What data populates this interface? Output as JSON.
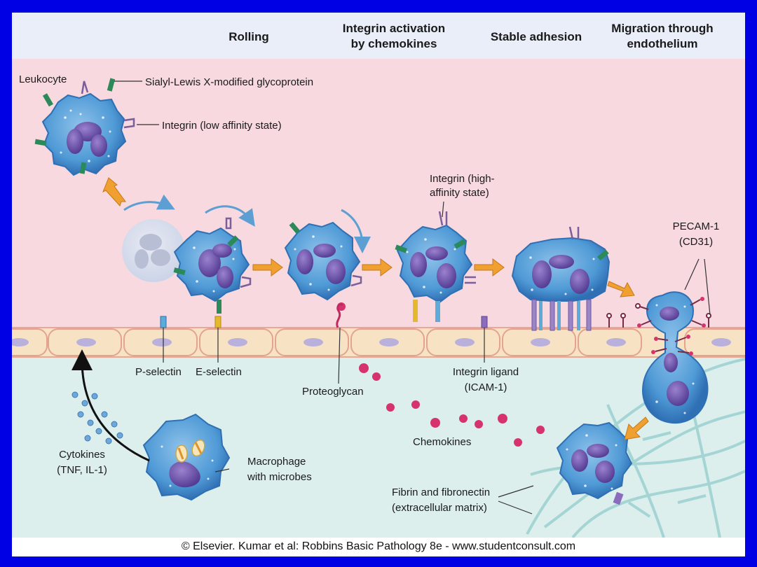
{
  "stages": {
    "rolling": "Rolling",
    "activation_line1": "Integrin activation",
    "activation_line2": "by chemokines",
    "stable": "Stable adhesion",
    "migration_line1": "Migration through",
    "migration_line2": "endothelium"
  },
  "labels": {
    "leukocyte": "Leukocyte",
    "sialyl": "Sialyl-Lewis X-modified glycoprotein",
    "integrin_low": "Integrin (low affinity state)",
    "integrin_high_line1": "Integrin (high-",
    "integrin_high_line2": "affinity state)",
    "pecam_line1": "PECAM-1",
    "pecam_line2": "(CD31)",
    "p_selectin": "P-selectin",
    "e_selectin": "E-selectin",
    "proteoglycan": "Proteoglycan",
    "integrin_ligand_line1": "Integrin ligand",
    "integrin_ligand_line2": "(ICAM-1)",
    "chemokines": "Chemokines",
    "cytokines_line1": "Cytokines",
    "cytokines_line2": "(TNF, IL-1)",
    "macrophage_line1": "Macrophage",
    "macrophage_line2": "with microbes",
    "fibrin_line1": "Fibrin and fibronectin",
    "fibrin_line2": "(extracellular matrix)"
  },
  "copyright": "© Elsevier. Kumar et al: Robbins Basic Pathology 8e - www.studentconsult.com",
  "colors": {
    "border": "#0000e4",
    "header_band": "#e9eef8",
    "vessel_lumen": "#f7d9df",
    "tissue": "#dcefed",
    "endothelium": "#f7e3c4",
    "cell_blue": "#4f9ad6",
    "nucleus": "#6b52a6",
    "chemokine": "#d6336e",
    "arrow": "#f0a030"
  }
}
